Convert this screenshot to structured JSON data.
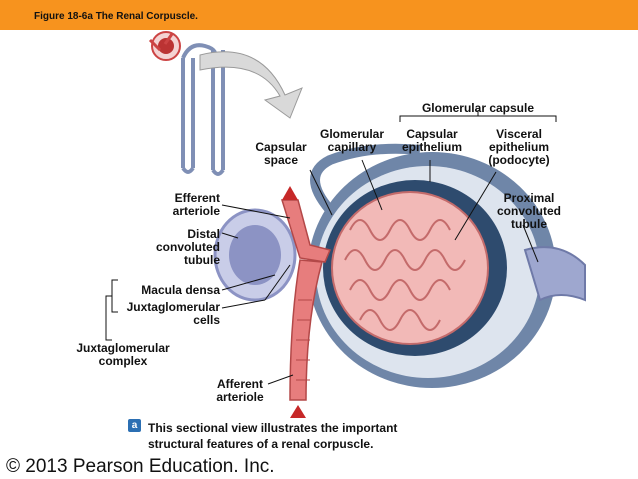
{
  "figure_title": "Figure 18-6a  The Renal Corpuscle.",
  "labels": {
    "glomerular_capsule": "Glomerular capsule",
    "glomerular_capillary": "Glomerular\ncapillary",
    "capsular_space": "Capsular\nspace",
    "capsular_epithelium": "Capsular\nepithelium",
    "visceral_epithelium": "Visceral\nepithelium\n(podocyte)",
    "proximal_tubule": "Proximal\nconvoluted\ntubule",
    "efferent_arteriole": "Efferent\narteriole",
    "distal_tubule": "Distal\nconvoluted\ntubule",
    "macula_densa": "Macula densa",
    "juxtaglomerular_cells": "Juxtaglomerular\ncells",
    "juxtaglomerular_complex": "Juxtaglomerular\ncomplex",
    "afferent_arteriole": "Afferent\narteriole"
  },
  "caption_badge": "a",
  "caption": "This sectional view illustrates the important\nstructural features of a renal corpuscle.",
  "copyright": "© 2013 Pearson Education. Inc.",
  "colors": {
    "header": "#f7931e",
    "capsule_wall": "#6f86a8",
    "capsular_space": "#dde4ee",
    "capillary": "#f2b9b7",
    "capillary_outline": "#c46b6b",
    "arteriole": "#e77d7d",
    "tubule": "#9ea7cf",
    "podocyte": "#2e4b6e"
  }
}
